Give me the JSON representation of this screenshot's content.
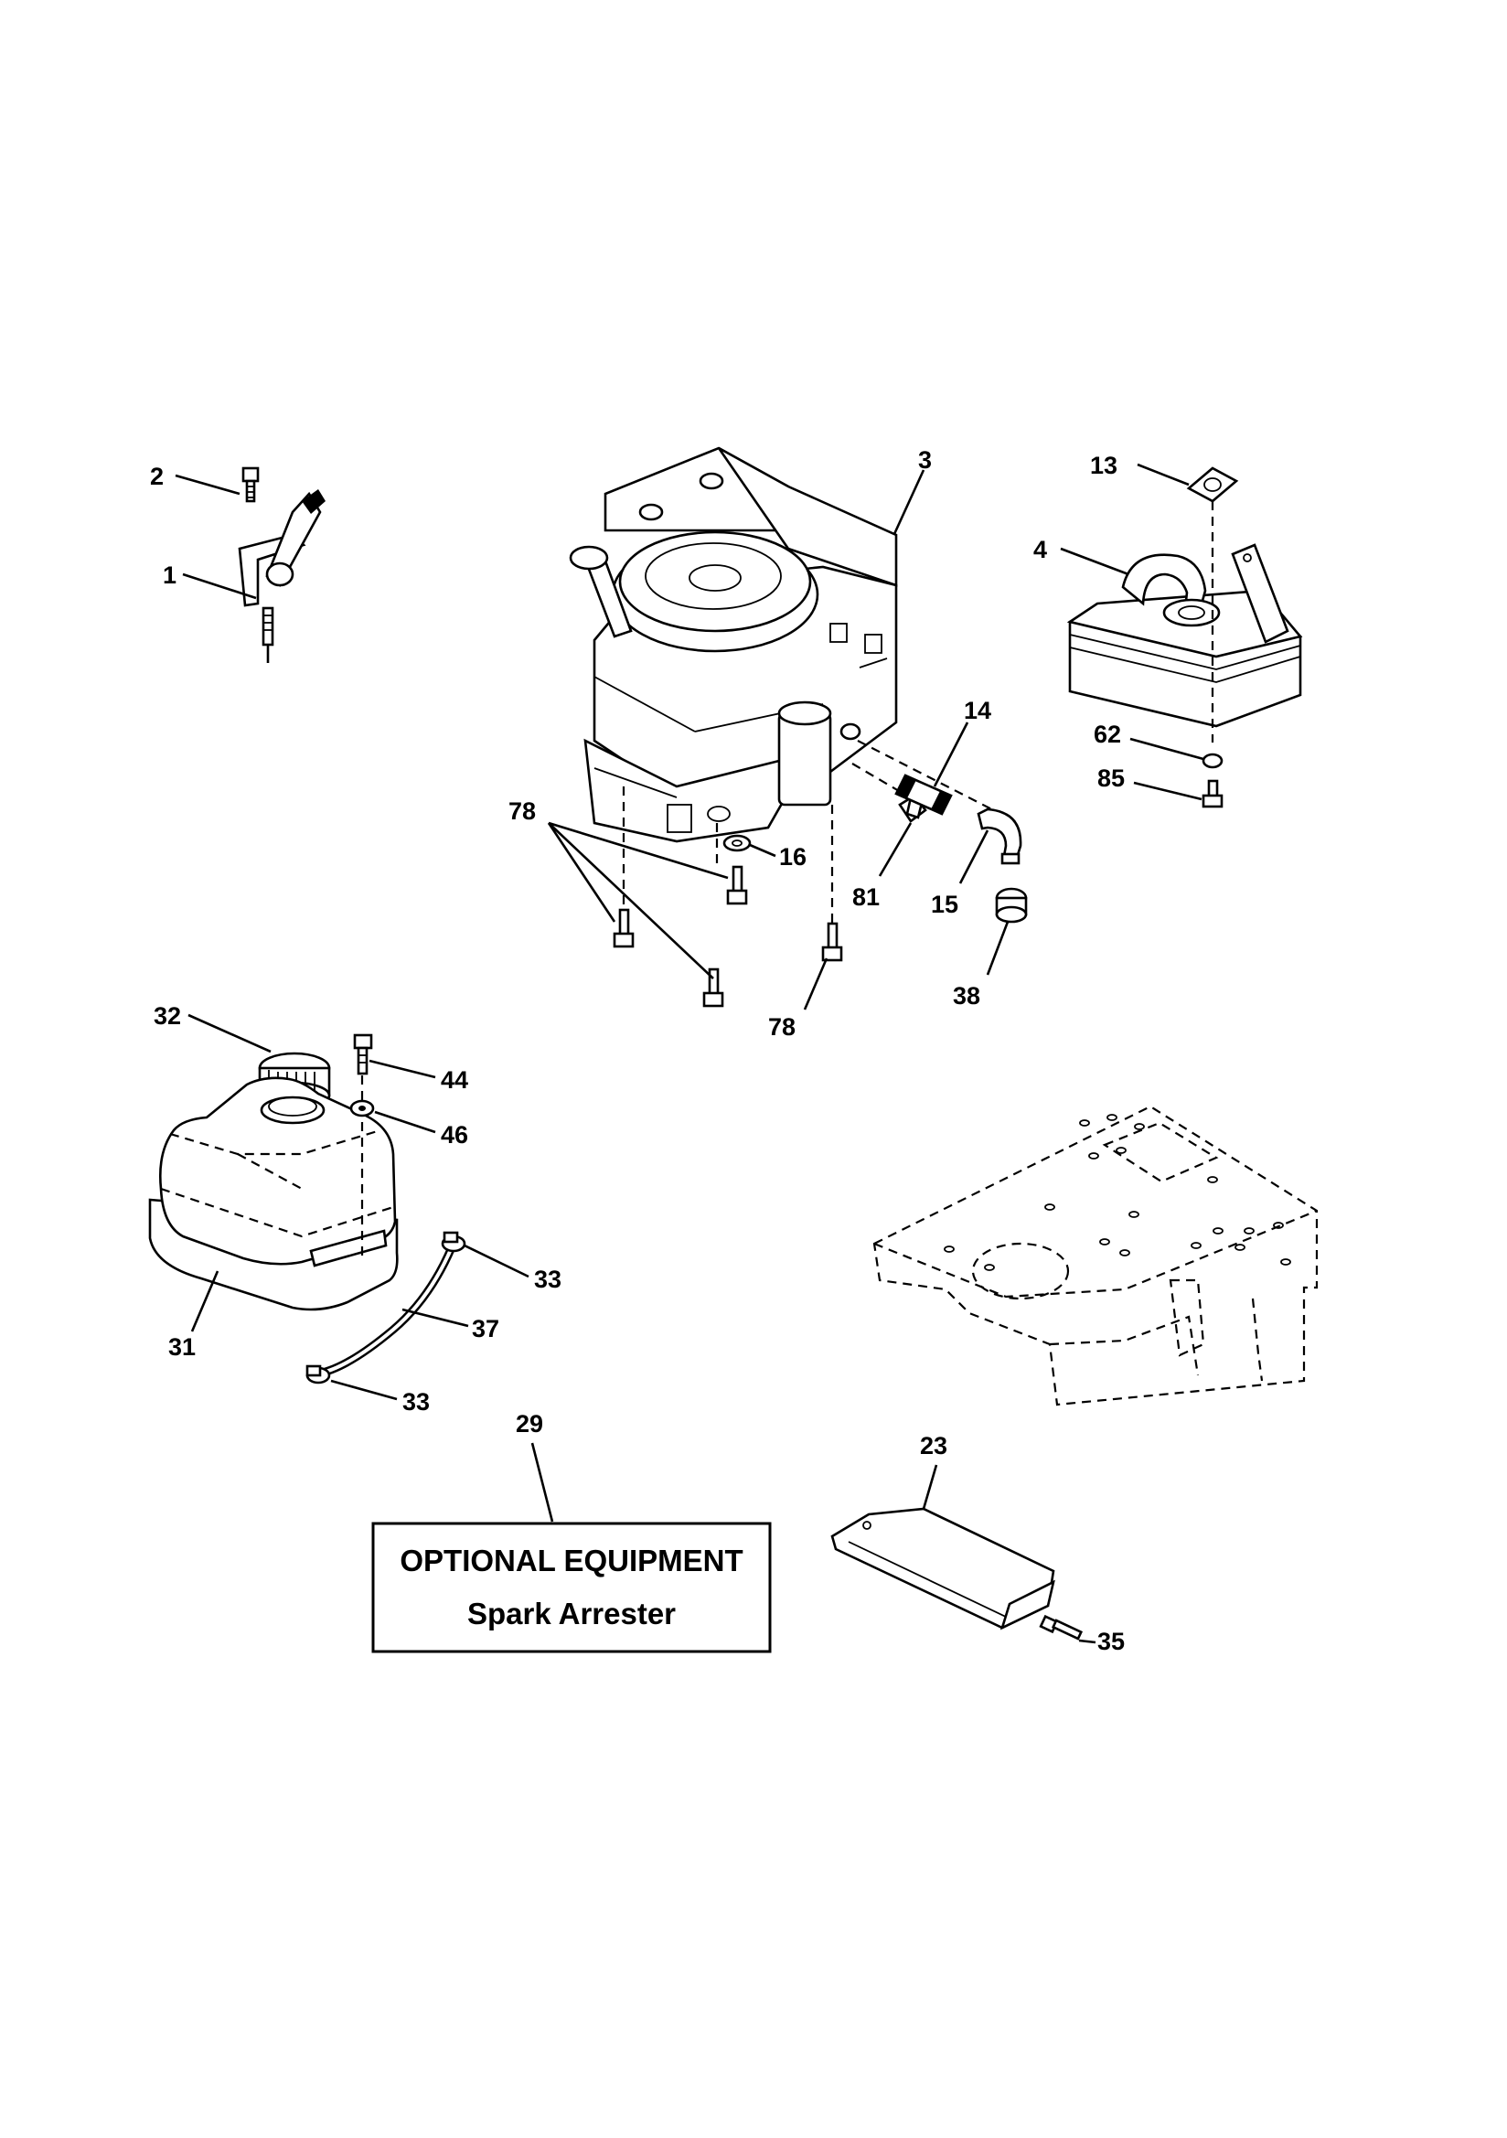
{
  "diagram": {
    "callouts": {
      "p1": "1",
      "p2": "2",
      "p3": "3",
      "p4": "4",
      "p13": "13",
      "p14": "14",
      "p15": "15",
      "p16": "16",
      "p23": "23",
      "p29": "29",
      "p31": "31",
      "p32": "32",
      "p33a": "33",
      "p33b": "33",
      "p35": "35",
      "p37": "37",
      "p38": "38",
      "p44": "44",
      "p46": "46",
      "p62": "62",
      "p78a": "78",
      "p78b": "78",
      "p81": "81",
      "p85": "85"
    },
    "optional_box": {
      "title": "OPTIONAL EQUIPMENT",
      "subtitle": "Spark Arrester"
    }
  }
}
